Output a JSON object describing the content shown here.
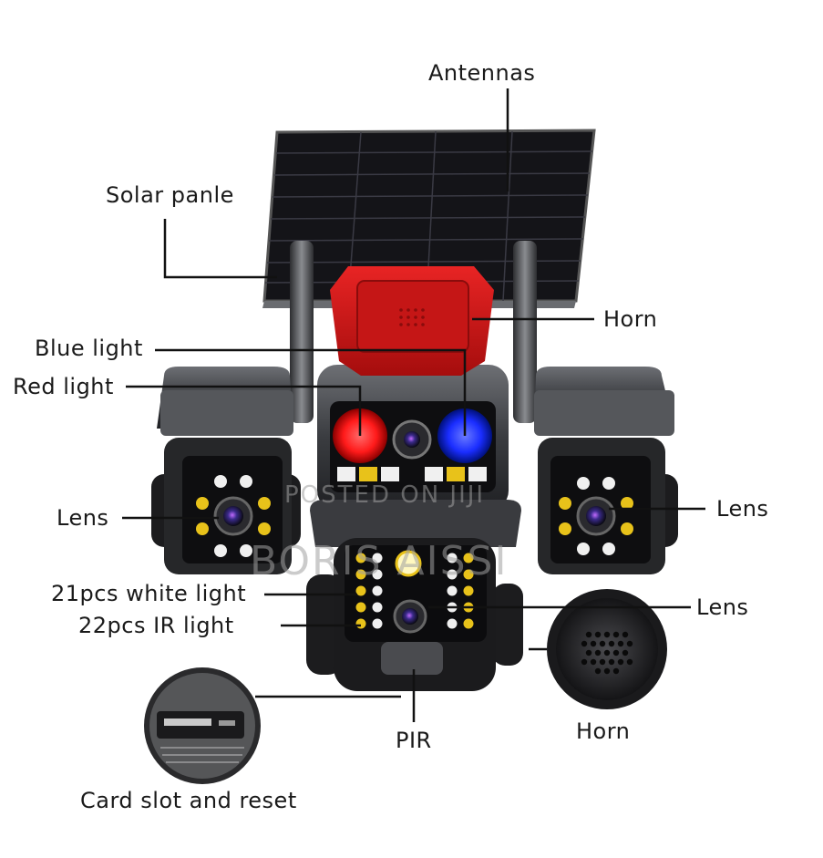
{
  "labels": {
    "antennas": "Antennas",
    "solar_panel": "Solar panle",
    "horn_top": "Horn",
    "blue_light": "Blue light",
    "red_light": "Red light",
    "lens_left": "Lens",
    "lens_right": "Lens",
    "white_light": "21pcs white light",
    "ir_light": "22pcs IR light",
    "lens_center": "Lens",
    "pir": "PIR",
    "horn_bottom": "Horn",
    "card_slot": "Card slot and reset"
  },
  "watermark": {
    "line1": "POSTED ON JIJI",
    "line2": "BORIS AISSI"
  },
  "colors": {
    "housing": "#2a2b2e",
    "red_horn": "#d01a1a",
    "red_light": "#ff1a1a",
    "blue_light": "#1a2dff",
    "led_yellow": "#e8c21a",
    "panel": "#141418"
  }
}
